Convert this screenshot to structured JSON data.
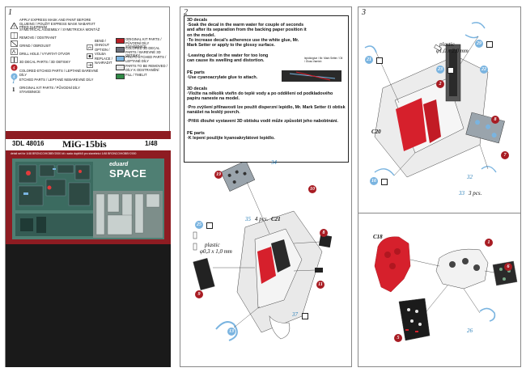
{
  "page_numbers": [
    "1",
    "2",
    "3"
  ],
  "legend": {
    "left_items": [
      {
        "icon": "warning-icon",
        "text": "APPLY EXPRESS MASK AND PAINT BEFORE GLUEING / POUŽIT EXPRESS MASK NABARVIT PŘED SLEPENÍM"
      },
      {
        "icon": "symmetry-icon",
        "text": "SYMETRICAL ASSEMBLY / SYMETRICKÁ MONTÁŽ"
      },
      {
        "icon": "remove-icon",
        "text": "REMOVE / ODSTRANIT"
      },
      {
        "icon": "grind-icon",
        "text": "GRIND / OBROUSIT"
      },
      {
        "icon": "drill-icon",
        "text": "DRILL HOLE / VYVRTAT OTVOR"
      },
      {
        "icon": "3d-decal-icon",
        "text": "3D DECAL PARTS / 3D OBTISKY"
      },
      {
        "icon": "colored-etched-icon",
        "text": "COLORED ETCHED PARTS / LEPTANÉ BAREVNÉ DÍLY"
      },
      {
        "icon": "etched-parts-icon",
        "text": "ETCHED PARTS / LEPTANÉ NEBAREVNÉ DÍLY"
      },
      {
        "icon": "original-kit-icon",
        "text": "ORIGINAL KIT PARTS / PŮVODNÍ DÍLY STAVEBNICE"
      }
    ],
    "mid_items": [
      "BEND / OHNOUT",
      "OPTION / VOLBA",
      "REPLACE / NAHRADIT"
    ],
    "right_items": [
      {
        "color": "#b71e25",
        "text": "ORIGINAL KIT PARTS / PŮVODNÍ DÍLY STAVEBNICE"
      },
      {
        "color": "#6b6f7a",
        "text": "COLORED 3D DECAL PARTS / BAREVNÉ 3D OBTISKY"
      },
      {
        "color": "#7fb6e2",
        "text": "PHOTO ETCHED PARTS / LEPTANÉ DÍLY"
      },
      {
        "color": "#e8e8e8",
        "text": "PARTS TO BE REMOVED / DÍLY K ODSTRANĚNÍ"
      },
      {
        "color": "#2f8a46",
        "text": "FILL / TMELIT"
      }
    ]
  },
  "cover": {
    "code": "3DL 48016",
    "title": "MiG-15bis",
    "scale": "1/48",
    "subtitle": "detail set for 1/48 BRONCO/HOBBY2000 kit • sada doplňků pro stavebnici 1/48 BRONCO/HOBBY2000",
    "brand_top": "eduard",
    "brand_main": "SPACE"
  },
  "instructions": {
    "en_title": "3D decals",
    "en_lines": [
      "·Soak the decal in the warm water for couple of seconds and after its separation from the backing paper position it on the model.",
      "·To increase decal's adherence use the white glue, Mr. Mark Setter or apply to the glossy surface.",
      "·Leaving decal in the water for too long can cause its swelling and distortion."
    ],
    "callout": "lepidlo/glue / Mr. Mark Setter / Oil / Gloss Varnish",
    "pe_title": "PE parts",
    "pe_line": "·Use cyanoacrylate glue to attach.",
    "cz_title": "3D decals",
    "cz_lines": [
      "·Vložte na několik vteřin do teplé vody a po oddělení od podkladového papíru naneste na model.",
      "·Pro zvýšení přilnavosti lze použít disperzní lepidlo, Mr. Mark Setter či obtisk nanášet na lesklý povrch.",
      "·Příliš dlouhé vystavení 3D obtisku vodě může způsobit jeho nabobtnání."
    ],
    "cz_pe_title": "PE parts",
    "cz_pe_line": "·K lepení použijte kyanoakrylátové lepidlo."
  },
  "step2": {
    "c_label": "C21",
    "plastic_label": "plastic",
    "plastic_dim": "φ0,3 x 1,0 mm",
    "pcs_label": "4 pcs.",
    "parts": [
      "34",
      "35",
      "19",
      "25",
      "9",
      "8",
      "11",
      "10",
      "13",
      "37"
    ]
  },
  "step3": {
    "c20_label": "C20",
    "c18_label": "C18",
    "plastic_label": "plastic",
    "plastic_dim": "φ1,0 x 2,0 mm",
    "pcs_label": "3 pcs.",
    "parts": [
      "21",
      "23",
      "22",
      "29",
      "2",
      "8",
      "7",
      "16",
      "32",
      "33",
      "1",
      "6",
      "5",
      "26"
    ]
  },
  "colors": {
    "accent_red": "#8e1c22",
    "decal_red": "#d6202c",
    "pe_blue": "#7ab4e0",
    "text_blue": "#2a7fb8"
  }
}
